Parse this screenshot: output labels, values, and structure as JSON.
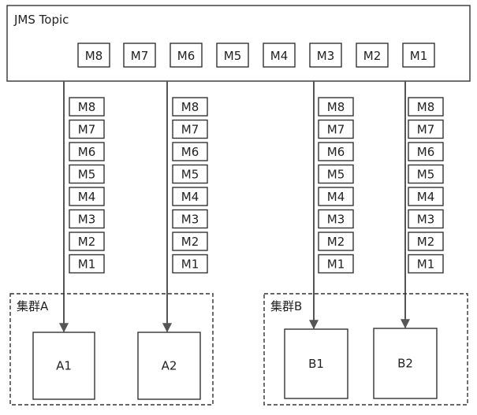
{
  "topic": {
    "title": "JMS Topic",
    "messages": [
      "M8",
      "M7",
      "M6",
      "M5",
      "M4",
      "M3",
      "M2",
      "M1"
    ]
  },
  "queues": [
    {
      "target": "A1",
      "messages": [
        "M8",
        "M7",
        "M6",
        "M5",
        "M4",
        "M3",
        "M2",
        "M1"
      ]
    },
    {
      "target": "A2",
      "messages": [
        "M8",
        "M7",
        "M6",
        "M5",
        "M4",
        "M3",
        "M2",
        "M1"
      ]
    },
    {
      "target": "B1",
      "messages": [
        "M8",
        "M7",
        "M6",
        "M5",
        "M4",
        "M3",
        "M2",
        "M1"
      ]
    },
    {
      "target": "B2",
      "messages": [
        "M8",
        "M7",
        "M6",
        "M5",
        "M4",
        "M3",
        "M2",
        "M1"
      ]
    }
  ],
  "clusters": [
    {
      "label": "集群A",
      "nodes": [
        "A1",
        "A2"
      ]
    },
    {
      "label": "集群B",
      "nodes": [
        "B1",
        "B2"
      ]
    }
  ],
  "colors": {
    "stroke": "#333333",
    "arrow": "#555555",
    "text": "#222222",
    "background": "#ffffff"
  }
}
